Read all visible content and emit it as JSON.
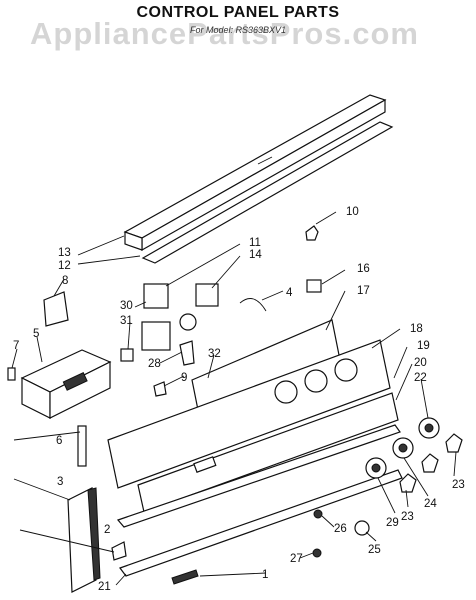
{
  "header": {
    "title": "CONTROL PANEL PARTS",
    "subtitle": "For Model: RS363BXV1",
    "watermark": "AppliancePartsPros.com"
  },
  "callouts": [
    {
      "id": "c1",
      "label": "1"
    },
    {
      "id": "c2",
      "label": "2"
    },
    {
      "id": "c3",
      "label": "3"
    },
    {
      "id": "c4",
      "label": "4"
    },
    {
      "id": "c5",
      "label": "5"
    },
    {
      "id": "c6",
      "label": "6"
    },
    {
      "id": "c7",
      "label": "7"
    },
    {
      "id": "c8",
      "label": "8"
    },
    {
      "id": "c9",
      "label": "9"
    },
    {
      "id": "c10",
      "label": "10"
    },
    {
      "id": "c11",
      "label": "11"
    },
    {
      "id": "c12",
      "label": "12"
    },
    {
      "id": "c13",
      "label": "13"
    },
    {
      "id": "c14",
      "label": "14"
    },
    {
      "id": "c16",
      "label": "16"
    },
    {
      "id": "c17",
      "label": "17"
    },
    {
      "id": "c18",
      "label": "18"
    },
    {
      "id": "c19",
      "label": "19"
    },
    {
      "id": "c20",
      "label": "20"
    },
    {
      "id": "c21",
      "label": "21"
    },
    {
      "id": "c22",
      "label": "22"
    },
    {
      "id": "c23a",
      "label": "23"
    },
    {
      "id": "c23b",
      "label": "23"
    },
    {
      "id": "c24",
      "label": "24"
    },
    {
      "id": "c25",
      "label": "25"
    },
    {
      "id": "c26",
      "label": "26"
    },
    {
      "id": "c27",
      "label": "27"
    },
    {
      "id": "c28",
      "label": "28"
    },
    {
      "id": "c29",
      "label": "29"
    },
    {
      "id": "c30",
      "label": "30"
    },
    {
      "id": "c31",
      "label": "31"
    },
    {
      "id": "c32",
      "label": "32"
    }
  ]
}
